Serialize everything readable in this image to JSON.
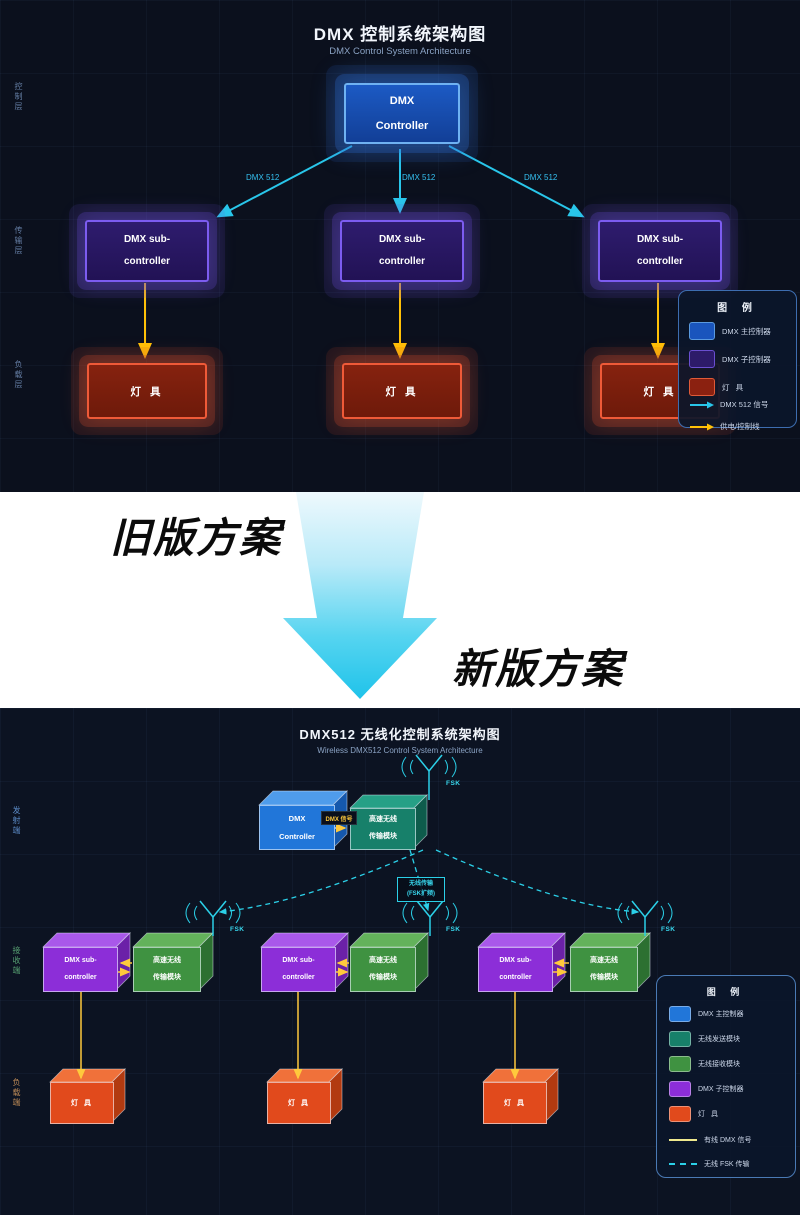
{
  "old": {
    "title": "DMX 控制系统架构图",
    "subtitle": "DMX Control System Architecture",
    "layer_control": "控制层",
    "layer_transmission": "传输层",
    "layer_load": "负载层",
    "controller_line1": "DMX",
    "controller_line2": "Controller",
    "sub_line1": "DMX sub-",
    "sub_line2": "controller",
    "fixture": "灯 具",
    "dmx512": "DMX 512",
    "legend": {
      "title": "图 例",
      "items": [
        {
          "swatch": "dmx-master",
          "label": "DMX 主控制器"
        },
        {
          "swatch": "dmx-sub",
          "label": "DMX 子控制器"
        },
        {
          "swatch": "fixture",
          "label": "灯 具"
        },
        {
          "swatch": "cyan-arrow",
          "label": "DMX 512 信号"
        },
        {
          "swatch": "yellow-arrow",
          "label": "供电/控制线"
        }
      ]
    }
  },
  "transition": {
    "old_label": "旧版方案",
    "new_label": "新版方案"
  },
  "new": {
    "title": "DMX512 无线化控制系统架构图",
    "subtitle": "Wireless DMX512 Control System Architecture",
    "layer_tx": "发射端",
    "layer_rx": "接收端",
    "layer_load": "负载端",
    "controller_line1": "DMX",
    "controller_line2": "Controller",
    "module_line1": "高速无线",
    "module_line2": "传输模块",
    "sub_line1": "DMX sub-",
    "sub_line2": "controller",
    "fixture": "灯 具",
    "dmx_signal": "DMX 信号",
    "fsk": "FSK",
    "wireless_line1": "无线传输",
    "wireless_line2": "(FSK扩频)",
    "legend": {
      "title": "图 例",
      "items": [
        {
          "swatch": "dmx-master",
          "label": "DMX 主控制器"
        },
        {
          "swatch": "wireless-tx",
          "label": "无线发送模块"
        },
        {
          "swatch": "wireless-rx",
          "label": "无线接收模块"
        },
        {
          "swatch": "dmx-sub",
          "label": "DMX 子控制器"
        },
        {
          "swatch": "fixture",
          "label": "灯 具"
        },
        {
          "swatch": "yellow-line",
          "label": "有线 DMX 信号"
        },
        {
          "swatch": "cyan-dashed",
          "label": "无线 FSK 传输"
        }
      ]
    }
  },
  "colors": {
    "bg_dark": "#0b101d",
    "old_master_blue": "#1c5ac4",
    "old_sub_purple": "#2e1c6e",
    "old_fixture_red": "#86220f",
    "new_master_blue": "#2176d9",
    "new_tx_teal": "#17806a",
    "new_rx_green": "#3f9241",
    "new_sub_purple": "#8c2ed8",
    "new_fixture_orange": "#e14a1c",
    "signal_cyan": "#29c6ea",
    "power_yellow": "#ffc107",
    "transition_arrow_top": "#eaf8fd",
    "transition_arrow_bottom": "#1fc3ea"
  }
}
